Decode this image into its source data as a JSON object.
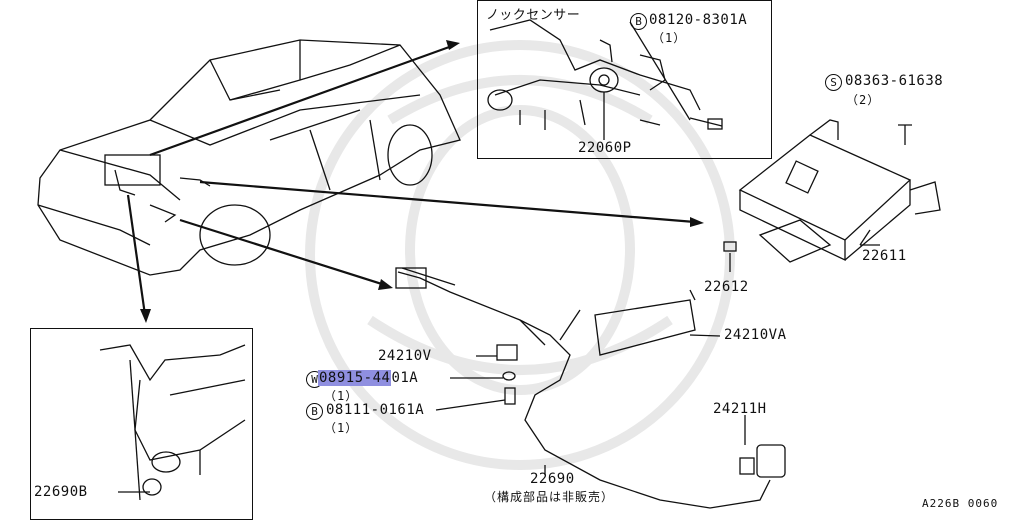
{
  "inset_top": {
    "title": "ノックセンサー",
    "bolt_part": "08120-8301A",
    "bolt_qty": "（1）",
    "sensor_part": "22060P"
  },
  "module": {
    "screw_part": "08363-61638",
    "screw_qty": "（2）",
    "module_part": "22611",
    "connector_part": "22612"
  },
  "harness": {
    "bracket_va": "24210VA",
    "bracket_v": "24210V",
    "washer_part_a": "08915-44",
    "washer_part_b": "01A",
    "washer_qty": "（1）",
    "bolt_part": "08111-0161A",
    "bolt_qty": "（1）",
    "clip_part": "24211H",
    "harness_part": "22690",
    "harness_note": "（構成部品は非販売）"
  },
  "inset_bottom": {
    "plug_part": "22690B"
  },
  "symbols": {
    "bolt": "B",
    "screw": "S",
    "washer": "W"
  },
  "figure_code": "A226B 0060"
}
